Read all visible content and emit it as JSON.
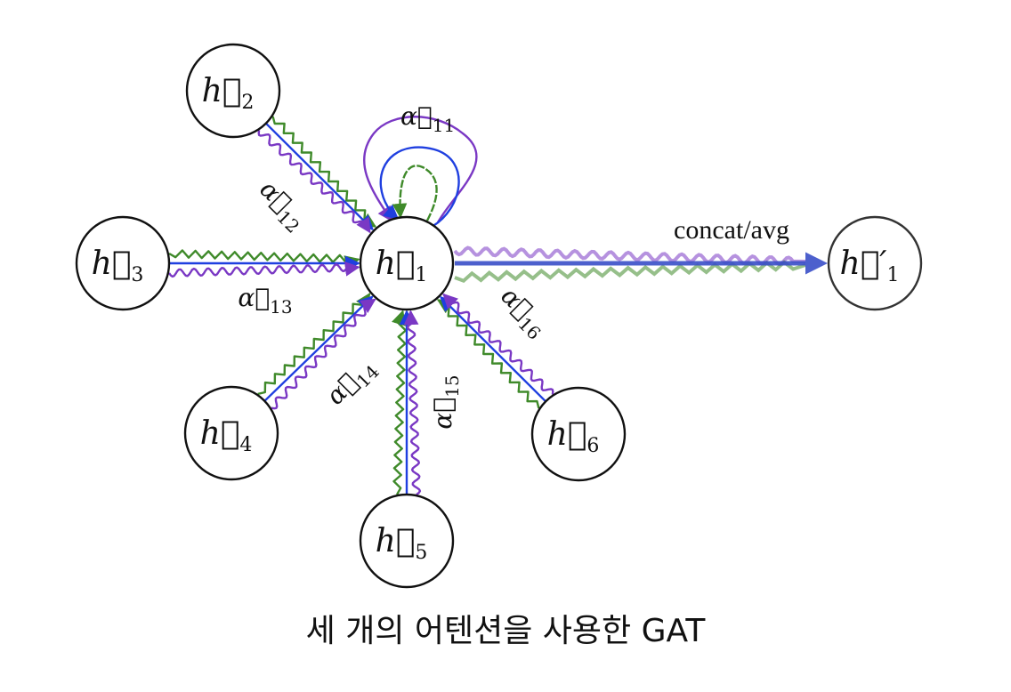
{
  "colors": {
    "blue": "#1f3fe0",
    "green": "#3f8a2a",
    "purple": "#7a38c4",
    "node_stroke": "#111111",
    "output_arrow": "#3a4fc8"
  },
  "nodes": [
    {
      "id": "h1",
      "base": "h",
      "sub": "1",
      "role": "center"
    },
    {
      "id": "h2",
      "base": "h",
      "sub": "2",
      "role": "neighbor"
    },
    {
      "id": "h3",
      "base": "h",
      "sub": "3",
      "role": "neighbor"
    },
    {
      "id": "h4",
      "base": "h",
      "sub": "4",
      "role": "neighbor"
    },
    {
      "id": "h5",
      "base": "h",
      "sub": "5",
      "role": "neighbor"
    },
    {
      "id": "h6",
      "base": "h",
      "sub": "6",
      "role": "neighbor"
    },
    {
      "id": "h1p",
      "base": "h",
      "prime": "′",
      "sub": "1",
      "role": "output"
    }
  ],
  "edges": [
    {
      "from": "h1",
      "to": "h1",
      "label_base": "α",
      "label_sub": "11",
      "kind": "self-loop"
    },
    {
      "from": "h2",
      "to": "h1",
      "label_base": "α",
      "label_sub": "12"
    },
    {
      "from": "h3",
      "to": "h1",
      "label_base": "α",
      "label_sub": "13"
    },
    {
      "from": "h4",
      "to": "h1",
      "label_base": "α",
      "label_sub": "14"
    },
    {
      "from": "h5",
      "to": "h1",
      "label_base": "α",
      "label_sub": "15"
    },
    {
      "from": "h6",
      "to": "h1",
      "label_base": "α",
      "label_sub": "16"
    }
  ],
  "output_edge": {
    "from": "h1",
    "to": "h1p",
    "label": "concat/avg"
  },
  "vector_arrow_glyph": "⃗",
  "caption": "세 개의 어텐션을 사용한 GAT"
}
